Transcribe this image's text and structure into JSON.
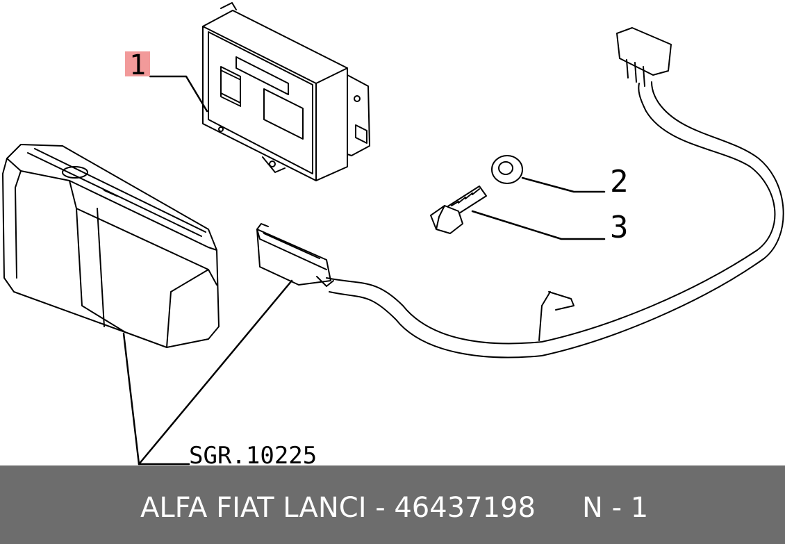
{
  "callouts": [
    {
      "id": "1",
      "label": "1"
    },
    {
      "id": "2",
      "label": "2"
    },
    {
      "id": "3",
      "label": "3"
    }
  ],
  "reference_code": "SGR.10225",
  "footer": {
    "part_text": "ALFA FIAT LANCI - 46437198",
    "quantity_text": "N - 1"
  },
  "colors": {
    "footer_bg": "#6d6d6d",
    "callout_highlight": "#f29a9a",
    "line": "#000000"
  }
}
